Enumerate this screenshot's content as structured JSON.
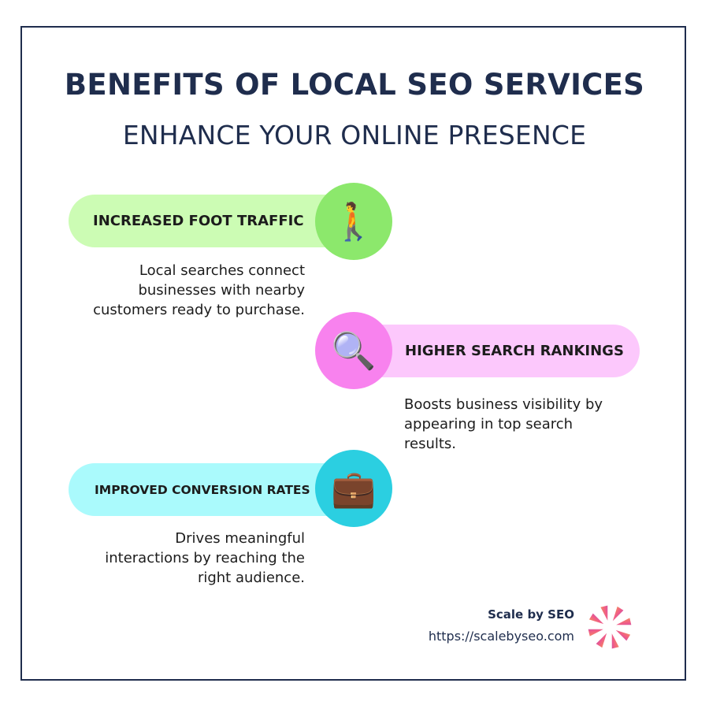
{
  "header": {
    "title": "BENEFITS OF LOCAL SEO SERVICES",
    "subtitle": "ENHANCE YOUR ONLINE PRESENCE"
  },
  "colors": {
    "navy": "#1f2d4d",
    "green_pill": "#ccfcb4",
    "green_circle": "#8ce86c",
    "pink_pill": "#fcc8fc",
    "pink_circle": "#f882ee",
    "cyan_pill": "#aafafc",
    "cyan_circle": "#2bcfe1"
  },
  "benefits": [
    {
      "title": "INCREASED FOOT TRAFFIC",
      "icon": "person-walking-icon",
      "glyph": "🚶",
      "description_lines": [
        "Local searches connect",
        "businesses with nearby",
        "customers ready to purchase."
      ]
    },
    {
      "title": "HIGHER SEARCH RANKINGS",
      "icon": "magnifying-glass-icon",
      "glyph": "🔍",
      "description_lines": [
        "Boosts business visibility by",
        "appearing in top search",
        "results."
      ]
    },
    {
      "title": "IMPROVED CONVERSION RATES",
      "icon": "briefcase-icon",
      "glyph": "💼",
      "description_lines": [
        "Drives meaningful",
        "interactions by reaching the",
        "right audience."
      ]
    }
  ],
  "footer": {
    "brand_name": "Scale by SEO",
    "url": "https://scalebyseo.com",
    "logo_icon": "pinwheel-logo-icon"
  }
}
